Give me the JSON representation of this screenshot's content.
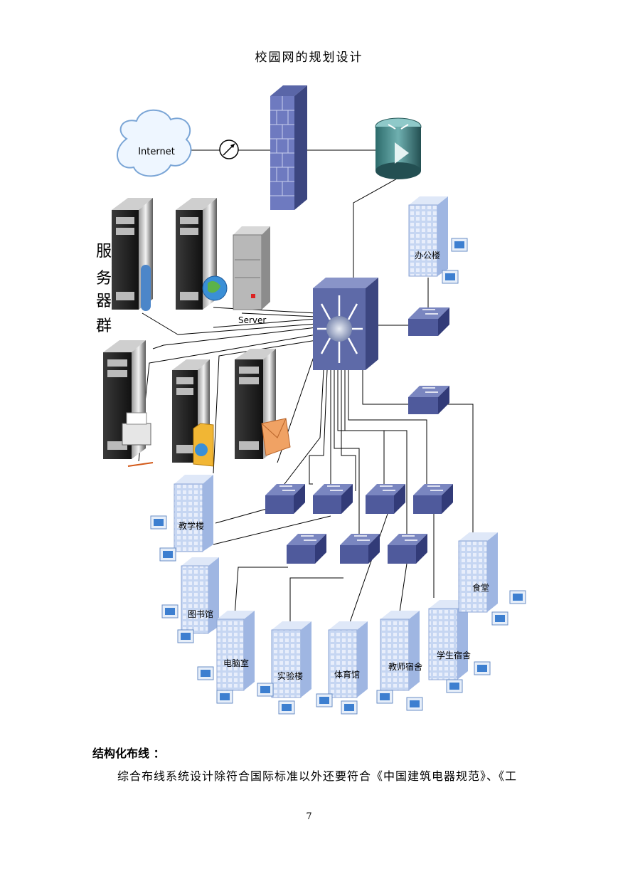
{
  "header": {
    "title": "校园网的规划设计"
  },
  "diagram": {
    "internet_label": "Internet",
    "server_label": "Server",
    "server_group_label": [
      "服",
      "务",
      "器",
      "群"
    ],
    "buildings": {
      "office": "办公楼",
      "teaching": "教学楼",
      "library": "图书馆",
      "computer_room": "电脑室",
      "lab": "实验楼",
      "gym": "体育馆",
      "teacher_dorm": "教师宿舍",
      "student_dorm": "学生宿舍",
      "canteen": "食堂"
    }
  },
  "section": {
    "heading": "结构化布线 ：",
    "paragraph": "综合布线系统设计除符合国际标准以外还要符合《中国建筑电器规范》、《工"
  },
  "footer": {
    "page_number": "7"
  }
}
